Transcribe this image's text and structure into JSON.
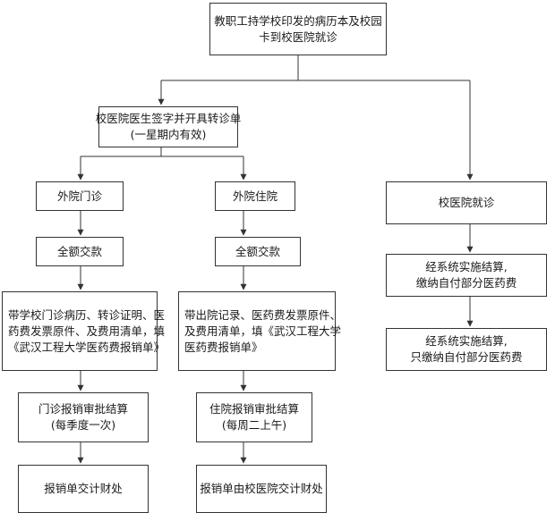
{
  "diagram": {
    "top": [
      "教职工持学校印发的病历本及校园",
      "卡到校医院就诊"
    ],
    "referral": [
      "校医院医生签字并开具转诊单",
      "(一星期内有效)"
    ],
    "outpatient": "外院门诊",
    "inpatient": "外院住院",
    "school_clinic": "校医院就诊",
    "pay_full_out": "全额交款",
    "pay_full_in": "全额交款",
    "docs_out": [
      "带学校门诊病历、转诊证明、医",
      "药费发票原件、及费用清单，填",
      "《武汉工程大学医药费报销单》"
    ],
    "docs_in": [
      "带出院记录、医药费发票原件、",
      "及费用清单，填《武汉工程大学",
      "医药费报销单》"
    ],
    "settle_system_1": [
      "经系统实施结算,",
      "缴纳自付部分医药费"
    ],
    "settle_system_2": [
      "经系统实施结算,",
      "只缴纳自付部分医药费"
    ],
    "approve_out": [
      "门诊报销审批结算",
      "(每季度一次)"
    ],
    "approve_in": [
      "住院报销审批结算",
      "(每周二上午)"
    ],
    "submit_out": "报销单交计财处",
    "submit_in": "报销单由校医院交计财处"
  }
}
